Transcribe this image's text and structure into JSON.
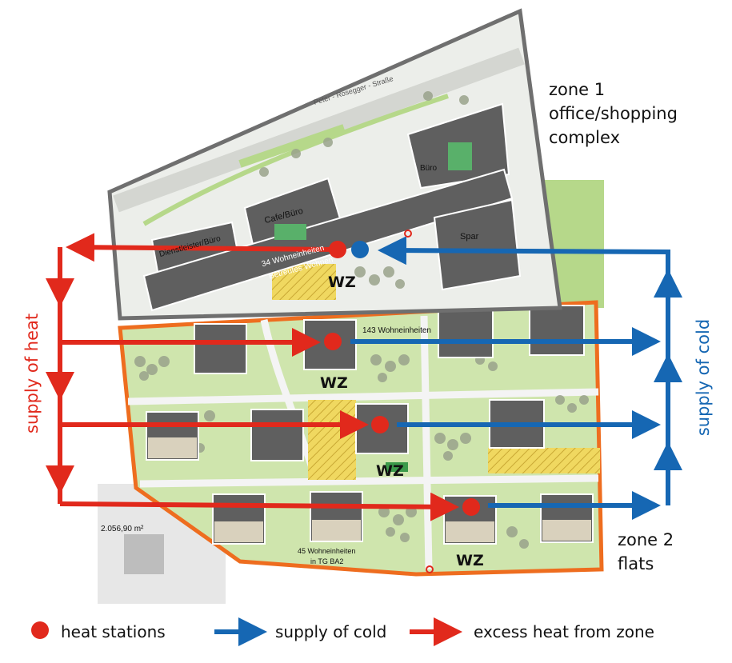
{
  "zone1": {
    "line1": "zone 1",
    "line2": "office/shopping",
    "line3": "complex"
  },
  "zone2": {
    "line1": "zone 2",
    "line2": "flats"
  },
  "side_left": "supply of heat",
  "side_right": "supply of cold",
  "map_labels": {
    "street": "Peter - Rosegger - Straße",
    "buero": "Büro",
    "cafe": "Cafe/Büro",
    "dienstleister": "Dienstleister/Büro",
    "spar": "Spar",
    "wohn34_a": "34 Wohneinheiten",
    "wohn34_b": "Betreutes Wohnen",
    "wohn143": "143 Wohneinheiten",
    "wohn45_a": "45 Wohneinheiten",
    "wohn45_b": "in TG BA2",
    "area": "2.056,90 m²"
  },
  "wz_label": "WZ",
  "legend": {
    "heat_stations": "heat stations",
    "supply_cold": "supply of cold",
    "excess_heat": "excess heat from zone"
  },
  "colors": {
    "heat": "#e1291c",
    "cold": "#1667b3",
    "zone2_border": "#ee6d1f",
    "zone1_border": "#6f6f6f",
    "building": "#5f5f5f",
    "green": "#a8cf76"
  }
}
